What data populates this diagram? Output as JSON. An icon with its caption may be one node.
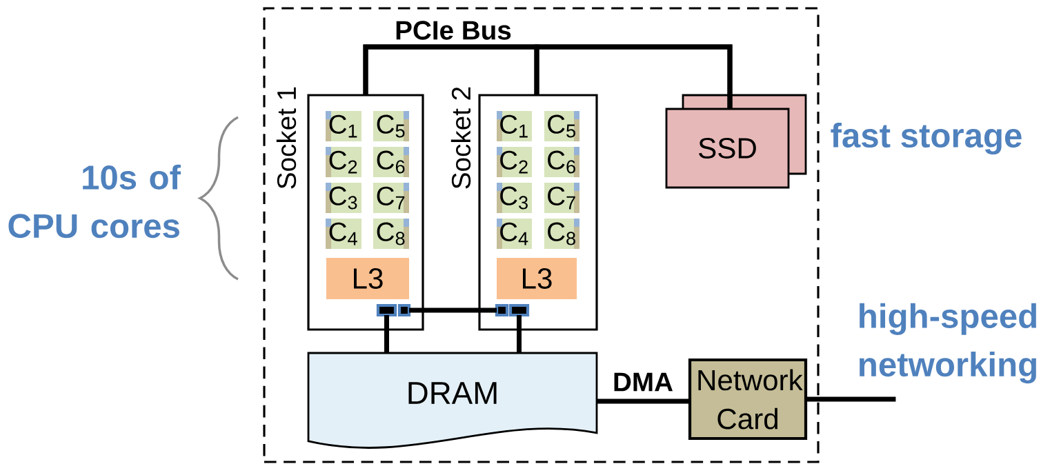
{
  "diagram": {
    "nodes": [
      {
        "text": [],
        "shape": "box"
      },
      {
        "text": [
          "Socket 1"
        ],
        "in": 0
      },
      {
        "text": [
          "C$_{1}$"
        ],
        "in": 1
      },
      {
        "text": [
          "C$_{5}$"
        ],
        "in": 1
      },
      {
        "text": [
          "C$_{2}$"
        ],
        "in": 1
      },
      {
        "text": [
          "C$_{6}$"
        ],
        "in": 1
      },
      {
        "text": [
          "C$_{3}$"
        ],
        "in": 1
      },
      {
        "text": [
          "C$_{7}$"
        ],
        "in": 1
      },
      {
        "text": [
          "C$_{4}$"
        ],
        "in": 1
      },
      {
        "text": [
          "C$_{8}$"
        ],
        "in": 1
      },
      {
        "text": [
          "L3"
        ],
        "in": 1
      },
      {
        "text": [],
        "shape": "box",
        "in": 1
      },
      {
        "text": [],
        "shape": "box",
        "in": 1
      },
      {
        "text": [
          "Socket 2"
        ],
        "in": 0
      },
      {
        "text": [
          "C$_{1}$"
        ],
        "in": 13
      },
      {
        "text": [
          "C$_{5}$"
        ],
        "in": 13
      },
      {
        "text": [
          "C$_{2}$"
        ],
        "in": 13
      },
      {
        "text": [
          "C$_{6}$"
        ],
        "in": 13
      },
      {
        "text": [
          "C$_{3}$"
        ],
        "in": 13
      },
      {
        "text": [
          "C$_{7}$"
        ],
        "in": 13
      },
      {
        "text": [
          "C$_{4}$"
        ],
        "in": 13
      },
      {
        "text": [
          "C$_{8}$"
        ],
        "in": 13
      },
      {
        "text": [
          "L3"
        ],
        "in": 13
      },
      {
        "text": [],
        "shape": "box",
        "in": 13
      },
      {
        "text": [],
        "shape": "box",
        "in": 13
      },
      {
        "text": [
          "SSD"
        ],
        "beside": [
          "fast storage"
        ],
        "in": 0
      },
      {
        "text": [
          "DRAM"
        ],
        "in": 0
      },
      {
        "text": [
          "Network Card"
        ],
        "in": 0
      },
      {
        "text": [
          "high-speed networking"
        ]
      }
    ],
    "edges": [
      {
        "from": 1,
        "to": 13,
        "arrow": "none"
      },
      {
        "from": 1,
        "to": 25,
        "arrow": "none",
        "label": "PCIe Bus"
      },
      {
        "from": 13,
        "to": 25,
        "arrow": "none"
      },
      {
        "from": 11,
        "to": 26,
        "arrow": "none"
      },
      {
        "from": 12,
        "to": 23,
        "arrow": "none"
      },
      {
        "from": 24,
        "to": 26,
        "arrow": "none"
      },
      {
        "from": 26,
        "to": 27,
        "arrow": "none",
        "label": "DMA"
      },
      {
        "from": 27,
        "to": 28,
        "arrow": "none"
      }
    ],
    "labels": [
      "10s of CPU cores"
    ]
  }
}
